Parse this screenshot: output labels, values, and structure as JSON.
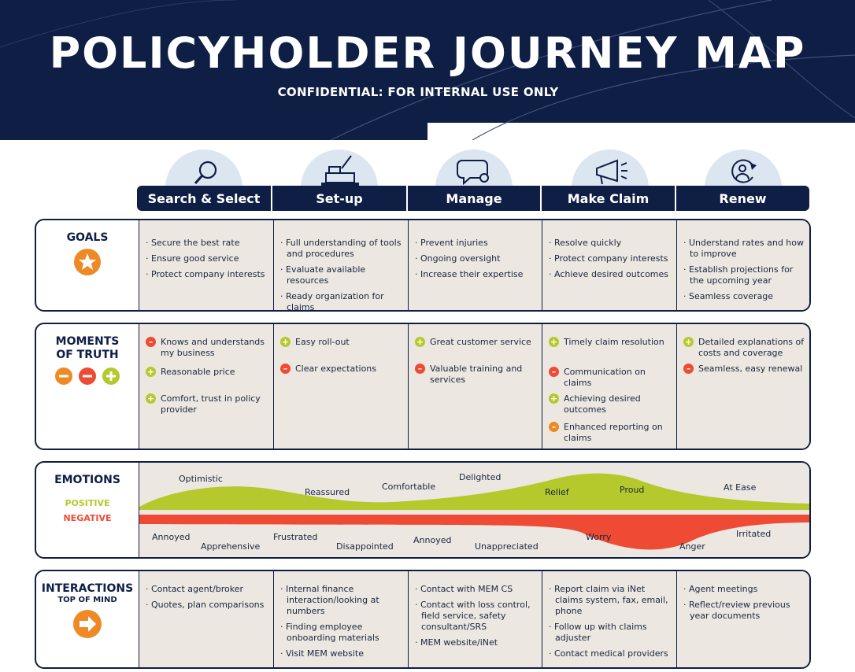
{
  "header": {
    "title": "POLICYHOLDER JOURNEY MAP",
    "subtitle": "CONFIDENTIAL: FOR INTERNAL USE ONLY"
  },
  "colors": {
    "navy": "#0f1e45",
    "cell_bg": "#ece8e1",
    "positive": "#b5c92d",
    "negative": "#ef4a34",
    "orange": "#ee8a26",
    "icon_circle": "#dbe6f1"
  },
  "stages": [
    {
      "label": "Search & Select",
      "icon": "magnifier-icon"
    },
    {
      "label": "Set-up",
      "icon": "desk-lamp-icon"
    },
    {
      "label": "Manage",
      "icon": "speech-gear-icon"
    },
    {
      "label": "Make Claim",
      "icon": "megaphone-icon"
    },
    {
      "label": "Renew",
      "icon": "person-refresh-icon"
    }
  ],
  "goals": {
    "label": "GOALS",
    "icon": "star-icon",
    "columns": [
      [
        "Secure the best rate",
        "Ensure good service",
        "Protect company interests"
      ],
      [
        "Full understanding of tools and procedures",
        "Evaluate available resources",
        "Ready organization for claims"
      ],
      [
        "Prevent injuries",
        "Ongoing oversight",
        "Increase their expertise"
      ],
      [
        "Resolve quickly",
        "Protect company interests",
        "Achieve desired outcomes"
      ],
      [
        "Understand rates and how to improve",
        "Establish projections for the upcoming year",
        "Seamless coverage"
      ]
    ]
  },
  "moments": {
    "label_line1": "MOMENTS",
    "label_line2": "OF TRUTH",
    "legend_icons": [
      "minus-orange-icon",
      "minus-red-icon",
      "plus-green-icon"
    ],
    "columns": [
      [
        {
          "type": "negative",
          "text": "Knows and understands my business"
        },
        {
          "type": "positive",
          "text": "Reasonable price"
        },
        {
          "type": "positive",
          "text": "Comfort, trust in policy provider"
        }
      ],
      [
        {
          "type": "positive",
          "text": "Easy roll-out"
        },
        {
          "type": "negative",
          "text": "Clear expectations"
        }
      ],
      [
        {
          "type": "positive",
          "text": "Great customer service"
        },
        {
          "type": "negative",
          "text": "Valuable training and services"
        }
      ],
      [
        {
          "type": "positive",
          "text": "Timely claim resolution"
        },
        {
          "type": "negative",
          "text": "Communication on claims"
        },
        {
          "type": "positive",
          "text": "Achieving desired outcomes"
        },
        {
          "type": "neutral",
          "text": "Enhanced reporting on claims"
        }
      ],
      [
        {
          "type": "positive",
          "text": "Detailed explanations of costs and coverage"
        },
        {
          "type": "negative",
          "text": "Seamless, easy renewal"
        }
      ]
    ]
  },
  "emotions": {
    "label": "EMOTIONS",
    "positive_label": "POSITIVE",
    "negative_label": "NEGATIVE",
    "positive_words": [
      "Optimistic",
      "Reassured",
      "Comfortable",
      "Delighted",
      "Relief",
      "Proud",
      "At Ease"
    ],
    "negative_words": [
      "Annoyed",
      "Apprehensive",
      "Frustrated",
      "Disappointed",
      "Annoyed",
      "Unappreciated",
      "Worry",
      "Anger",
      "Irritated"
    ]
  },
  "interactions": {
    "label_line1": "INTERACTIONS",
    "label_line2": "TOP OF MIND",
    "icon": "arrow-right-icon",
    "columns": [
      [
        "Contact agent/broker",
        "Quotes, plan comparisons"
      ],
      [
        "Internal finance interaction/looking at numbers",
        "Finding employee onboarding materials",
        "Visit MEM website"
      ],
      [
        "Contact with MEM CS",
        "Contact with loss control, field service, safety consultant/SRS",
        "MEM website/iNet"
      ],
      [
        "Report claim via iNet claims system, fax, email, phone",
        "Follow up with claims adjuster",
        "Contact medical providers"
      ],
      [
        "Agent meetings",
        "Reflect/review previous year documents"
      ]
    ]
  }
}
